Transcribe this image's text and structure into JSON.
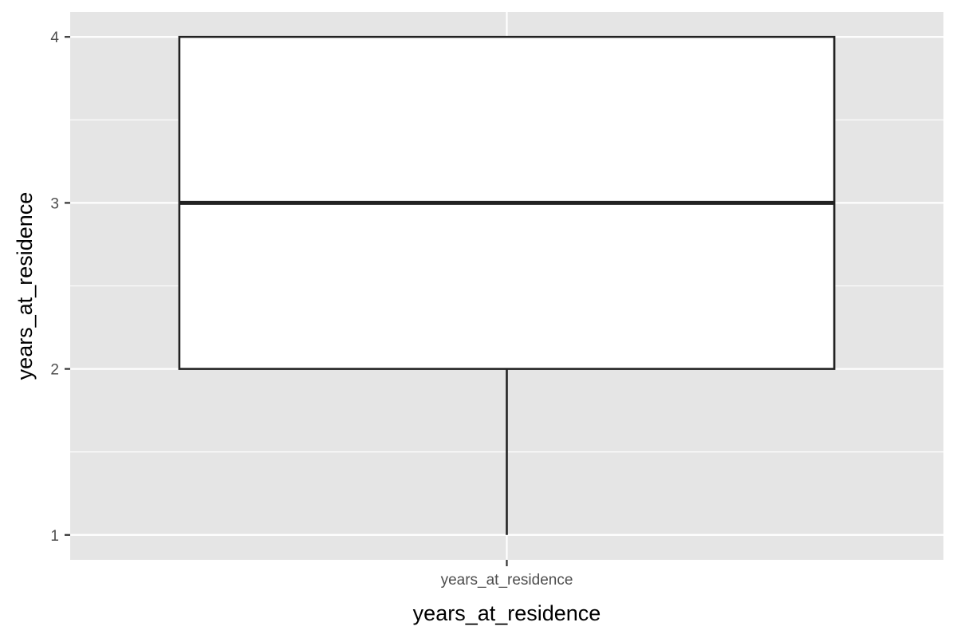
{
  "chart_data": {
    "type": "boxplot",
    "title": "",
    "xlabel": "years_at_residence",
    "ylabel": "years_at_residence",
    "categories": [
      "years_at_residence"
    ],
    "boxes": [
      {
        "category": "years_at_residence",
        "whisker_low": 1,
        "q1": 2,
        "median": 3,
        "q3": 4,
        "whisker_high": 4
      }
    ],
    "ylim": [
      0.85,
      4.15
    ],
    "yticks": [
      1,
      2,
      3,
      4
    ],
    "y_minor_ticks": [
      1.5,
      2.5,
      3.5
    ],
    "grid": true,
    "legend": "none",
    "colors": {
      "panel_background": "#e5e5e5",
      "grid": "#ffffff",
      "box_fill": "#ffffff",
      "box_stroke": "#222222",
      "tick_mark": "#333333"
    }
  }
}
